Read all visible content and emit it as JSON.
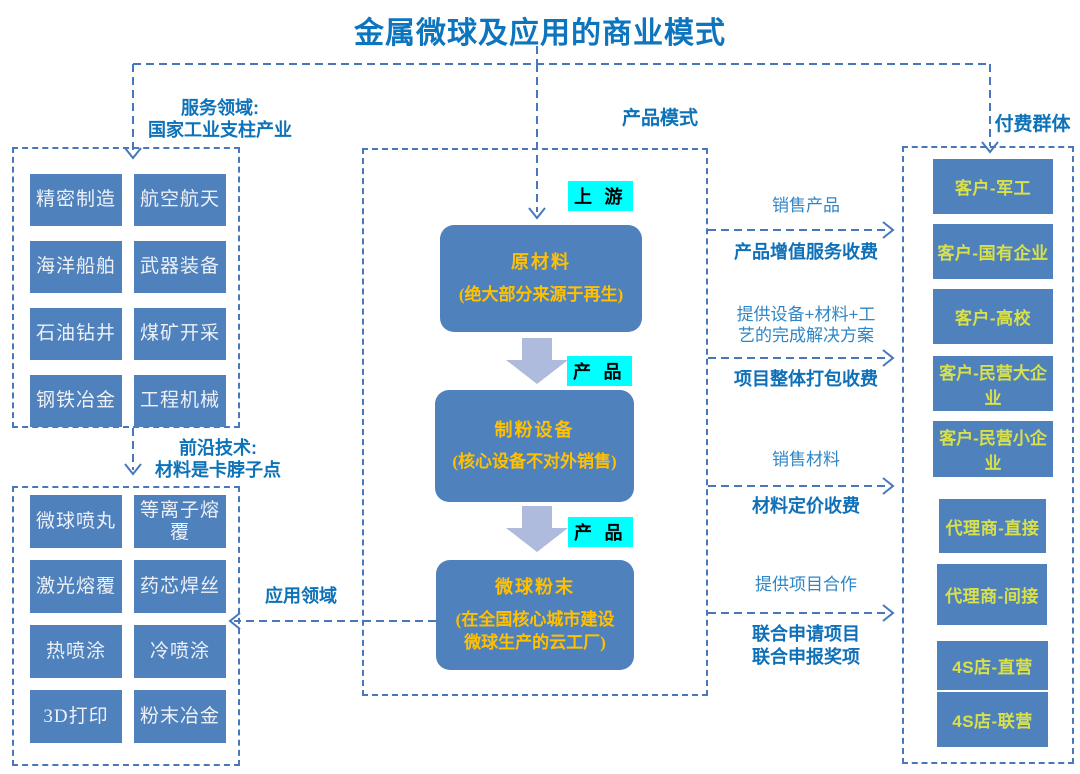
{
  "title": "金属微球及应用的商业模式",
  "left_top": {
    "header_line1": "服务领域:",
    "header_line2": "国家工业支柱产业",
    "items": [
      "精密制造",
      "航空航天",
      "海洋船舶",
      "武器装备",
      "石油钻井",
      "煤矿开采",
      "钢铁冶金",
      "工程机械"
    ]
  },
  "left_bottom": {
    "header_line1": "前沿技术:",
    "header_line2": "材料是卡脖子点",
    "items": [
      "微球喷丸",
      "等离子熔覆",
      "激光熔覆",
      "药芯焊丝",
      "热喷涂",
      "冷喷涂",
      "3D打印",
      "粉末冶金"
    ]
  },
  "center": {
    "header": "产品模式",
    "application_label": "应用领域",
    "stages": [
      "上 游",
      "产 品",
      "产 品"
    ],
    "nodes": [
      {
        "lines": [
          "原材料",
          "(绝大部分来源于再生)"
        ]
      },
      {
        "lines": [
          "制粉设备",
          "(核心设备不对外销售)"
        ]
      },
      {
        "lines": [
          "微球粉末",
          "(在全国核心城市建设",
          "微球生产的云工厂)"
        ]
      }
    ]
  },
  "flows": [
    {
      "offer_lines": [
        "销售产品"
      ],
      "fee_lines": [
        "产品增值服务收费"
      ]
    },
    {
      "offer_lines": [
        "提供设备+材料+工",
        "艺的完成解决方案"
      ],
      "fee_lines": [
        "项目整体打包收费"
      ]
    },
    {
      "offer_lines": [
        "销售材料"
      ],
      "fee_lines": [
        "材料定价收费"
      ]
    },
    {
      "offer_lines": [
        "提供项目合作"
      ],
      "fee_lines": [
        "联合申请项目",
        "联合申报奖项"
      ]
    }
  ],
  "right": {
    "header": "付费群体",
    "items": [
      "客户-军工",
      "客户-国有企业",
      "客户-高校",
      "客户-民营大企业",
      "客户-民营小企业",
      "代理商-直接",
      "代理商-间接",
      "4S店-直营",
      "4S店-联营"
    ]
  },
  "colors": {
    "title_blue": "#0d75bd",
    "box_fill": "#4f81bd",
    "gold_text": "#ffc000",
    "right_text": "#d8e04a",
    "left_text": "#edf1f7",
    "connector": "#4877bb",
    "stage_bg": "#00ffff",
    "block_arrow": "#aebbdc",
    "offer_text": "#2f86c6",
    "fee_text": "#0f70b8"
  }
}
